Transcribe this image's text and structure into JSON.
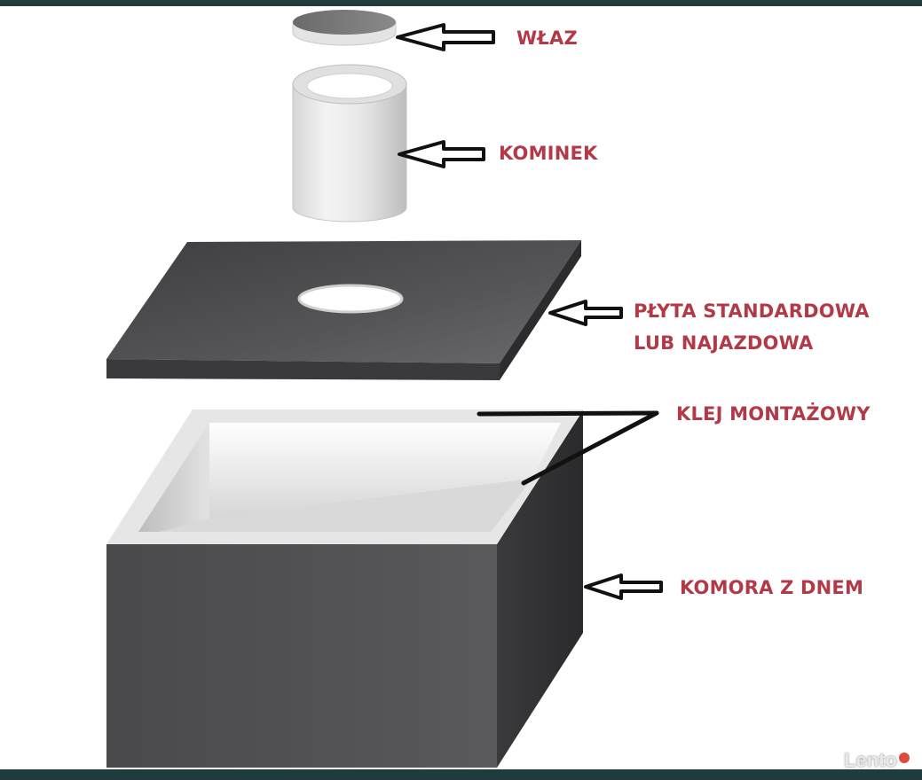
{
  "labels": {
    "wlaz": "WŁAZ",
    "kominek": "KOMINEK",
    "plyta_line1": "PŁYTA STANDARDOWA",
    "plyta_line2": "LUB NAJAZDOWA",
    "klej": "KLEJ MONTAŻOWY",
    "komora": "KOMORA Z DNEM"
  },
  "watermark": "Lento",
  "colors": {
    "label": "#b23a48",
    "concrete_dark": "#4a4a4d",
    "concrete_light": "#e6e6e6",
    "frame": "#1f3b3b"
  }
}
